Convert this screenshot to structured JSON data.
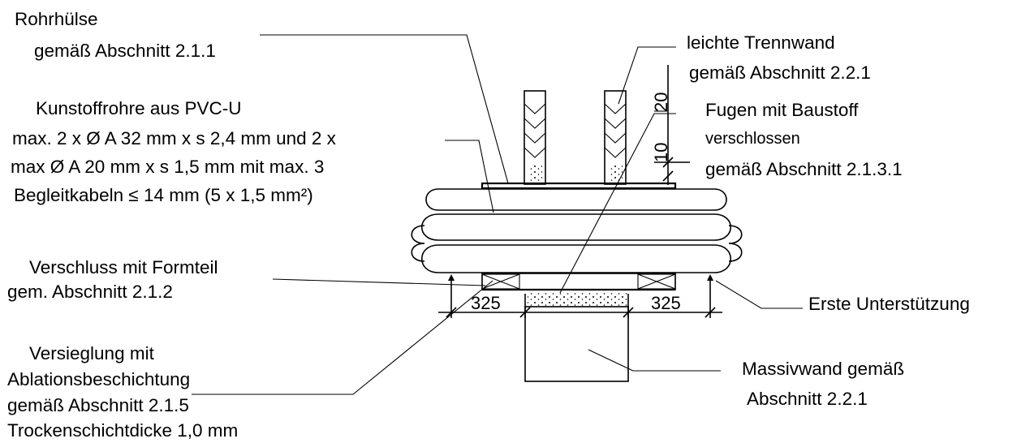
{
  "labels": {
    "sleeve_1": "Rohrhülse",
    "sleeve_2": "gemäß Abschnitt 2.1.1",
    "pipes_1": "Kunstoffrohre aus PVC-U",
    "pipes_2": "max. 2 x Ø A 32 mm x s 2,4 mm und 2 x",
    "pipes_3": "max Ø A 20 mm x s 1,5 mm mit max. 3",
    "pipes_4": "Begleitkabeln ≤   14 mm (5 x 1,5 mm²)",
    "closure_1": "Verschluss mit Formteil",
    "closure_2": "gem. Abschnitt 2.1.2",
    "seal_1": "Versieglung mit",
    "seal_2": "Ablationsbeschichtung",
    "seal_3": "gemäß Abschnitt 2.1.5",
    "seal_4": "Trockenschichtdicke 1,0 mm",
    "partition_1": "leichte Trennwand",
    "partition_2": "gemäß Abschnitt 2.2.1",
    "joints_1": "Fugen mit Baustoff",
    "joints_2": "verschlossen",
    "joints_3": "gemäß Abschnitt 2.1.3.1",
    "support": "Erste Unterstützung",
    "wall_1": "Massivwand gemäß",
    "wall_2": "Abschnitt 2.2.1"
  },
  "dimensions": {
    "left_support": "325",
    "right_support": "325",
    "gap_min": "10",
    "gap_max": "20"
  }
}
